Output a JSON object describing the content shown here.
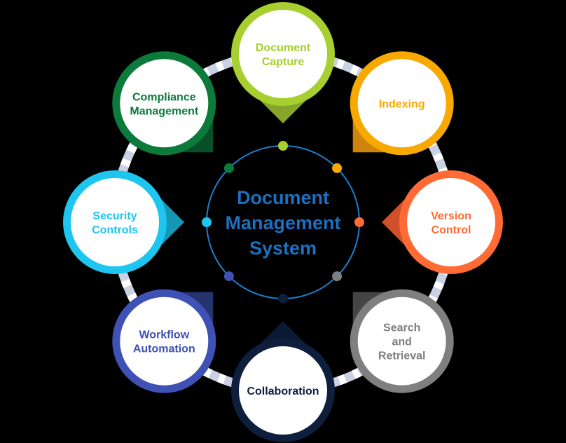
{
  "center": {
    "title_lines": [
      "Document",
      "Management",
      "System"
    ],
    "color": "#1c70c0",
    "ring_color": "#1a7fd0"
  },
  "ring": {
    "band_color": "#c9d1e3",
    "dash_color": "#ffffff"
  },
  "nodes": [
    {
      "id": "document-capture",
      "lines": [
        "Document",
        "Capture"
      ],
      "color": "#a6cf2f",
      "dark": "#86a52a",
      "angle": 270
    },
    {
      "id": "indexing",
      "lines": [
        "Indexing"
      ],
      "color": "#f7a900",
      "dark": "#d08410",
      "angle": 315
    },
    {
      "id": "version-control",
      "lines": [
        "Version",
        "Control"
      ],
      "color": "#ff6a35",
      "dark": "#d0502a",
      "angle": 0
    },
    {
      "id": "search-and-retrieval",
      "lines": [
        "Search",
        "and",
        "Retrieval"
      ],
      "color": "#7f7f7f",
      "dark": "#454545",
      "angle": 45
    },
    {
      "id": "collaboration",
      "lines": [
        "Collaboration"
      ],
      "color": "#0d1f3d",
      "dark": "#0a1a33",
      "angle": 90
    },
    {
      "id": "workflow-automation",
      "lines": [
        "Workflow",
        "Automation"
      ],
      "color": "#3f51b5",
      "dark": "#25336e",
      "angle": 135
    },
    {
      "id": "security-controls",
      "lines": [
        "Security",
        "Controls"
      ],
      "color": "#1ec6ef",
      "dark": "#1596b5",
      "angle": 180
    },
    {
      "id": "compliance-management",
      "lines": [
        "Compliance",
        "Management"
      ],
      "color": "#0b7a3b",
      "dark": "#075028",
      "angle": 225
    }
  ]
}
